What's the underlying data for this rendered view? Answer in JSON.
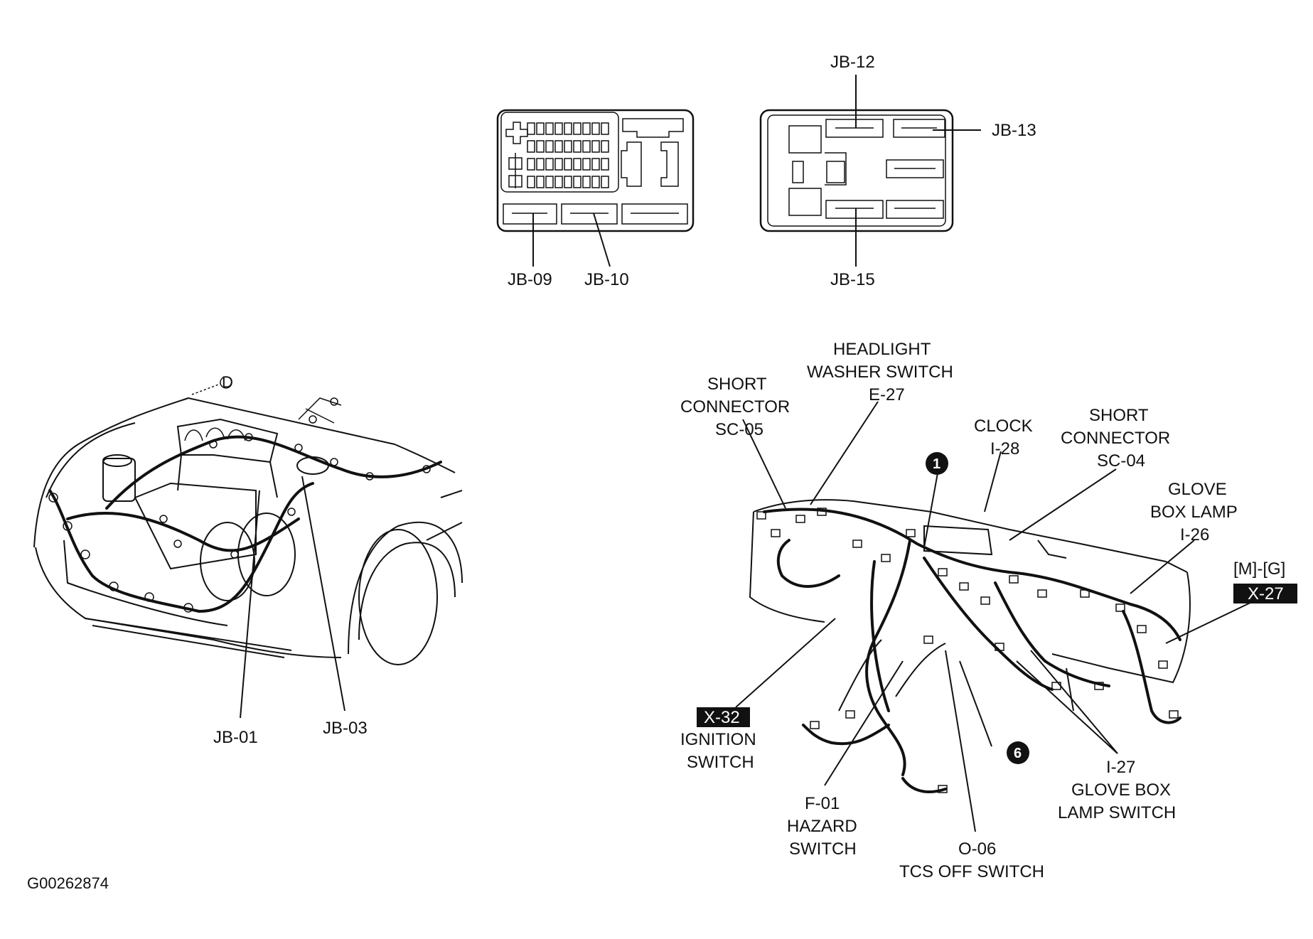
{
  "figure_id": "G00262874",
  "junction_boxes": {
    "left": {
      "labels": [
        "JB-09",
        "JB-10"
      ]
    },
    "right": {
      "labels": [
        "JB-12",
        "JB-13",
        "JB-15"
      ]
    }
  },
  "engine_bay": {
    "labels": [
      "JB-01",
      "JB-03"
    ],
    "marker": "D"
  },
  "dashboard": {
    "short_connector_sc05": [
      "SHORT",
      "CONNECTOR",
      "SC-05"
    ],
    "headlight_washer": [
      "HEADLIGHT",
      "WASHER SWITCH",
      "E-27"
    ],
    "clock": [
      "CLOCK",
      "I-28"
    ],
    "short_connector_sc04": [
      "SHORT",
      "CONNECTOR",
      "SC-04"
    ],
    "glove_box_lamp": [
      "GLOVE",
      "BOX LAMP",
      "I-26"
    ],
    "mg_label": "[M]-[G]",
    "x27_badge": "X-27",
    "x32_badge": "X-32",
    "ignition_switch": [
      "IGNITION",
      "SWITCH"
    ],
    "hazard_switch": [
      "F-01",
      "HAZARD",
      "SWITCH"
    ],
    "tcs_off_switch": [
      "O-06",
      "TCS OFF SWITCH"
    ],
    "glove_box_lamp_switch": [
      "I-27",
      "GLOVE BOX",
      "LAMP SWITCH"
    ],
    "callout_1": "1",
    "callout_6": "6"
  }
}
